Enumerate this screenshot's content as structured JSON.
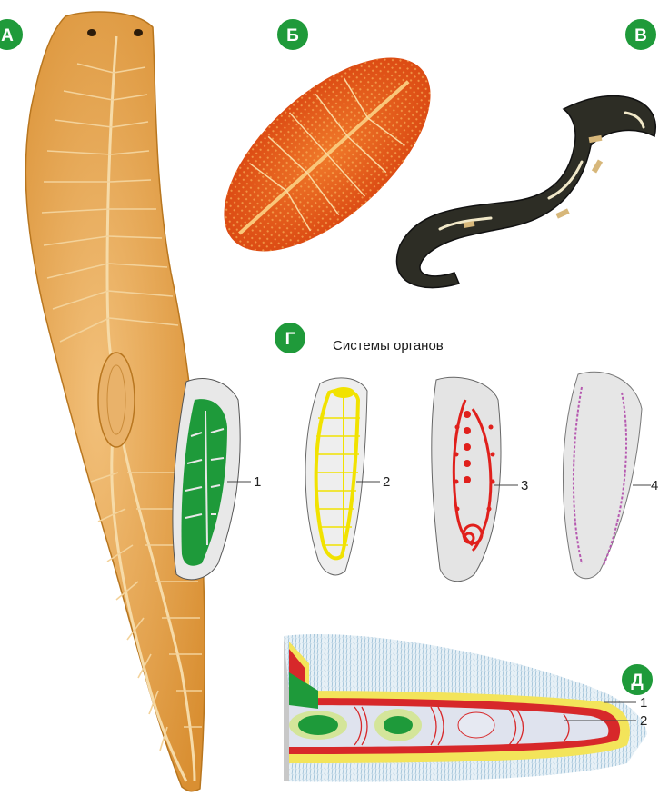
{
  "panels": {
    "a": {
      "letter": "А"
    },
    "b": {
      "letter": "Б"
    },
    "c": {
      "letter": "В"
    },
    "d": {
      "letter": "Г",
      "caption": "Системы органов",
      "labels": [
        "1",
        "2",
        "3",
        "4"
      ]
    },
    "e": {
      "letter": "Д",
      "labels": [
        "1",
        "2"
      ]
    }
  },
  "colors": {
    "badge": "#1f9a3a",
    "planaria_body": "#e4a24a",
    "fluke_body": "#e3591c",
    "tapeworm_body": "#2d2d25",
    "digestive_system": "#1e9a3a",
    "nervous_system": "#f1e200",
    "reproductive_system": "#e0201c",
    "excretory_system": "#b65ab0",
    "cross_section_epithelium": "#f3e45a",
    "cross_section_muscle": "#d7282a"
  },
  "icons": {
    "planaria": "planaria-drawing",
    "fluke": "liver-fluke-drawing",
    "tapeworm": "tapeworm-drawing",
    "cross_section": "body-wall-cross-section"
  }
}
